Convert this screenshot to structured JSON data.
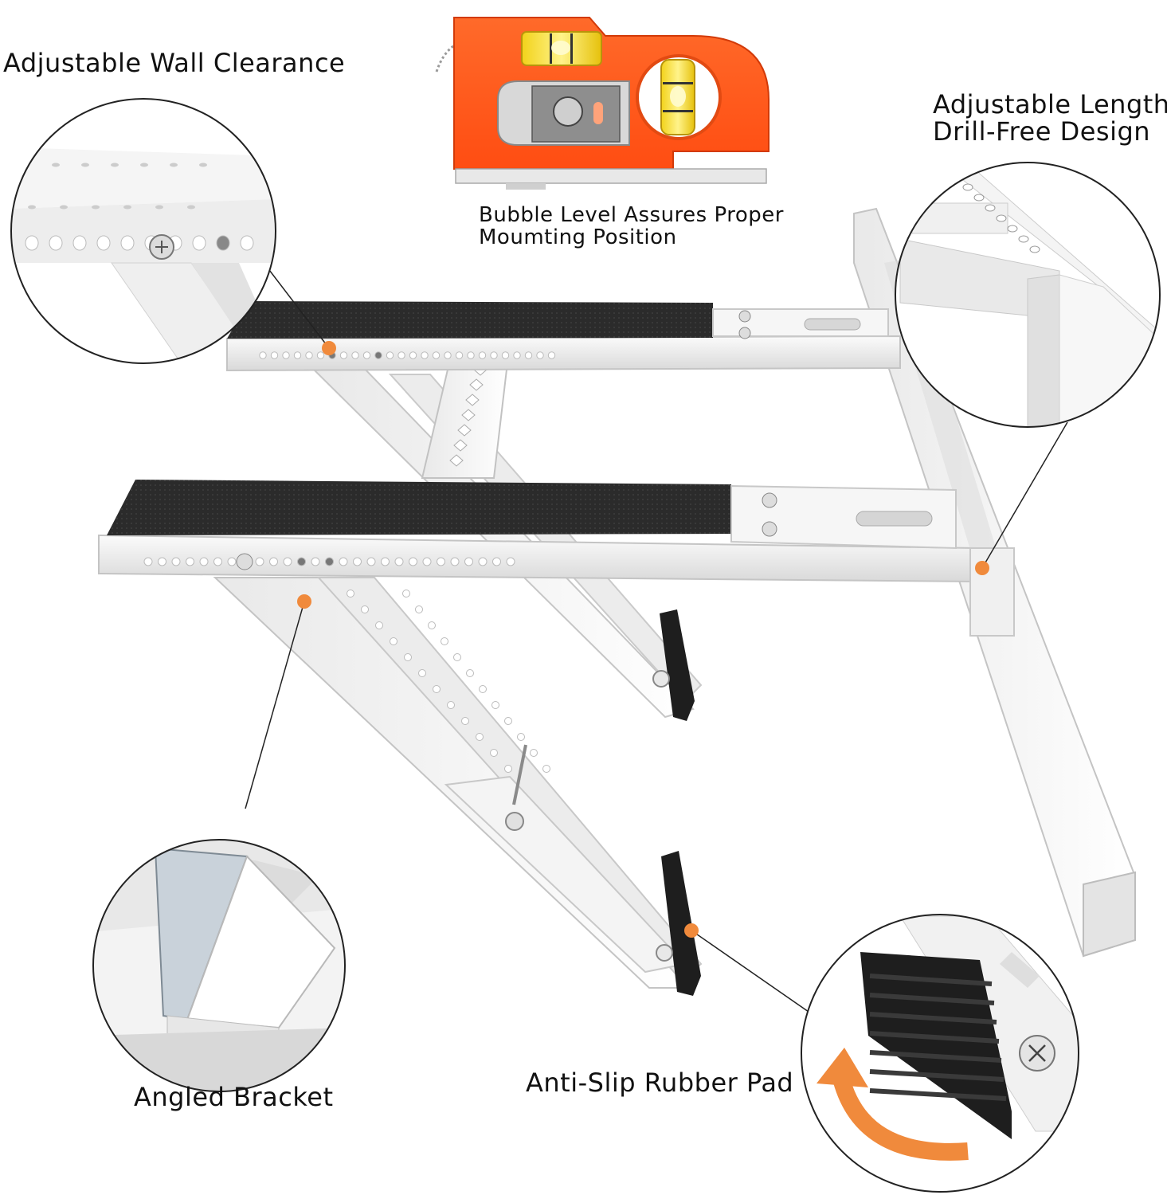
{
  "callouts": {
    "wall_clearance": "Adjustable Wall Clearance",
    "bubble_level_line1": "Bubble Level Assures Proper",
    "bubble_level_line2": "Moumting Position",
    "length_line1": "Adjustable Length",
    "length_line2": "Drill-Free Design",
    "angled_bracket": "Angled Bracket",
    "rubber_pad": "Anti-Slip Rubber Pad"
  },
  "colors": {
    "accent_orange": "#f08a3c",
    "level_orange": "#ff5a1f",
    "steel_white": "#f2f2f2",
    "steel_shadow": "#c9c9c9",
    "grip_black": "#2a2a2a",
    "outline": "#222222"
  },
  "icons": {
    "arrow": "curved-arrow-icon",
    "screw": "screw-icon"
  }
}
